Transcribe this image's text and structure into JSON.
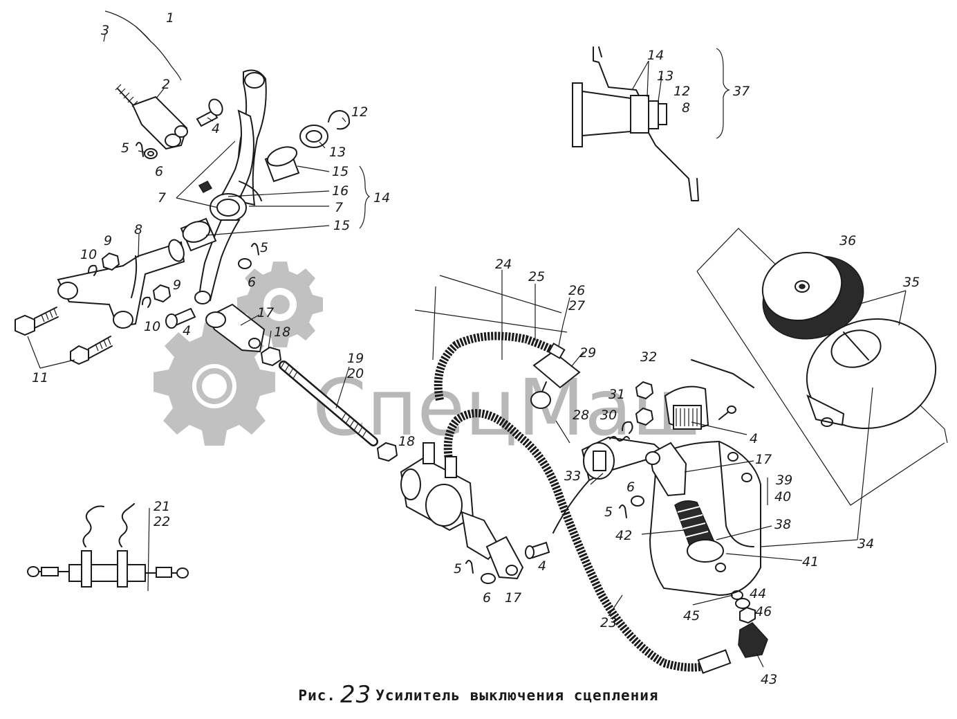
{
  "caption": {
    "prefix": "Рис.",
    "number": "23",
    "title": "Усилитель выключения сцепления"
  },
  "watermark": {
    "text": "СпецМаш"
  },
  "callouts": [
    {
      "id": "c1",
      "label": "1"
    },
    {
      "id": "c3",
      "label": "3"
    },
    {
      "id": "c2",
      "label": "2"
    },
    {
      "id": "c4a",
      "label": "4"
    },
    {
      "id": "c5a",
      "label": "5"
    },
    {
      "id": "c6a",
      "label": "6"
    },
    {
      "id": "c12a",
      "label": "12"
    },
    {
      "id": "c13a",
      "label": "13"
    },
    {
      "id": "c15a",
      "label": "15"
    },
    {
      "id": "c16",
      "label": "16"
    },
    {
      "id": "c7a",
      "label": "7"
    },
    {
      "id": "c7b",
      "label": "7"
    },
    {
      "id": "c14a",
      "label": "14"
    },
    {
      "id": "c15b",
      "label": "15"
    },
    {
      "id": "c8a",
      "label": "8"
    },
    {
      "id": "c9a",
      "label": "9"
    },
    {
      "id": "c10a",
      "label": "10"
    },
    {
      "id": "c9b",
      "label": "9"
    },
    {
      "id": "c5b",
      "label": "5"
    },
    {
      "id": "c6b",
      "label": "6"
    },
    {
      "id": "c10b",
      "label": "10"
    },
    {
      "id": "c4b",
      "label": "4"
    },
    {
      "id": "c17a",
      "label": "17"
    },
    {
      "id": "c18a",
      "label": "18"
    },
    {
      "id": "c11",
      "label": "11"
    },
    {
      "id": "c19",
      "label": "19"
    },
    {
      "id": "c20",
      "label": "20"
    },
    {
      "id": "c18b",
      "label": "18"
    },
    {
      "id": "c21",
      "label": "21"
    },
    {
      "id": "c22",
      "label": "22"
    },
    {
      "id": "c14b",
      "label": "14"
    },
    {
      "id": "c13b",
      "label": "13"
    },
    {
      "id": "c12b",
      "label": "12"
    },
    {
      "id": "c8b",
      "label": "8"
    },
    {
      "id": "c37",
      "label": "37"
    },
    {
      "id": "c24",
      "label": "24"
    },
    {
      "id": "c25",
      "label": "25"
    },
    {
      "id": "c26",
      "label": "26"
    },
    {
      "id": "c27",
      "label": "27"
    },
    {
      "id": "c29",
      "label": "29"
    },
    {
      "id": "c28",
      "label": "28"
    },
    {
      "id": "c30",
      "label": "30"
    },
    {
      "id": "c31",
      "label": "31"
    },
    {
      "id": "c32",
      "label": "32"
    },
    {
      "id": "c4c",
      "label": "4"
    },
    {
      "id": "c17b",
      "label": "17"
    },
    {
      "id": "c33",
      "label": "33"
    },
    {
      "id": "c39",
      "label": "39"
    },
    {
      "id": "c40",
      "label": "40"
    },
    {
      "id": "c6c",
      "label": "6"
    },
    {
      "id": "c5c",
      "label": "5"
    },
    {
      "id": "c42",
      "label": "42"
    },
    {
      "id": "c38",
      "label": "38"
    },
    {
      "id": "c41",
      "label": "41"
    },
    {
      "id": "c36",
      "label": "36"
    },
    {
      "id": "c35",
      "label": "35"
    },
    {
      "id": "c34",
      "label": "34"
    },
    {
      "id": "c5d",
      "label": "5"
    },
    {
      "id": "c4d",
      "label": "4"
    },
    {
      "id": "c6d",
      "label": "6"
    },
    {
      "id": "c17c",
      "label": "17"
    },
    {
      "id": "c23",
      "label": "23"
    },
    {
      "id": "c45",
      "label": "45"
    },
    {
      "id": "c44",
      "label": "44"
    },
    {
      "id": "c46",
      "label": "46"
    },
    {
      "id": "c43",
      "label": "43"
    }
  ]
}
